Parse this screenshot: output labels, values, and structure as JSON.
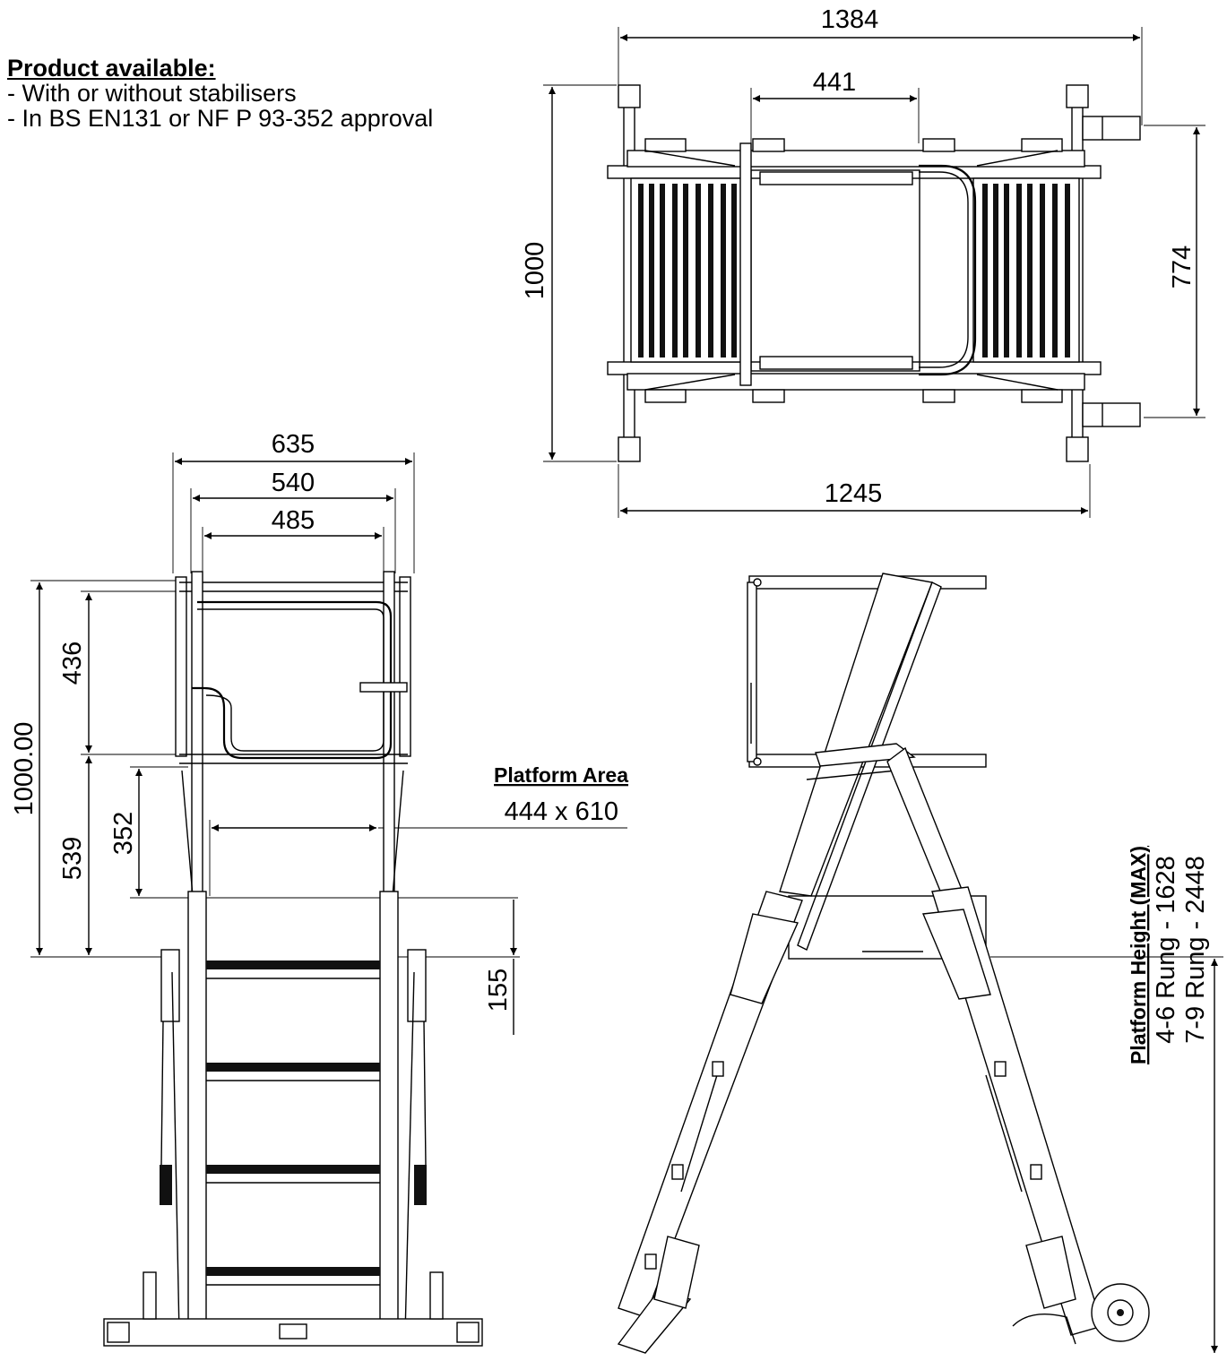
{
  "product_info": {
    "heading": "Product available:",
    "lines": [
      "- With or without stabilisers",
      "- In BS EN131 or NF P 93-352 approval"
    ]
  },
  "top_view": {
    "overall_width": "1384",
    "gate_width": "441",
    "overall_depth": "1000",
    "stabiliser_span": "774",
    "base_width": "1245"
  },
  "front_view": {
    "width_outer": "635",
    "width_middle": "540",
    "width_inner": "485",
    "total_height": "1000.00",
    "upper_rail_height": "436",
    "lower_height": "539",
    "gate_opening": "352",
    "step_offset": "155",
    "platform_area_label": "Platform Area",
    "platform_area_value": "444 x 610"
  },
  "side_view": {
    "platform_height_label": "Platform Height (MAX)",
    "platform_heights": [
      "4-6 Rung - 1628",
      "7-9 Rung - 2448"
    ]
  }
}
